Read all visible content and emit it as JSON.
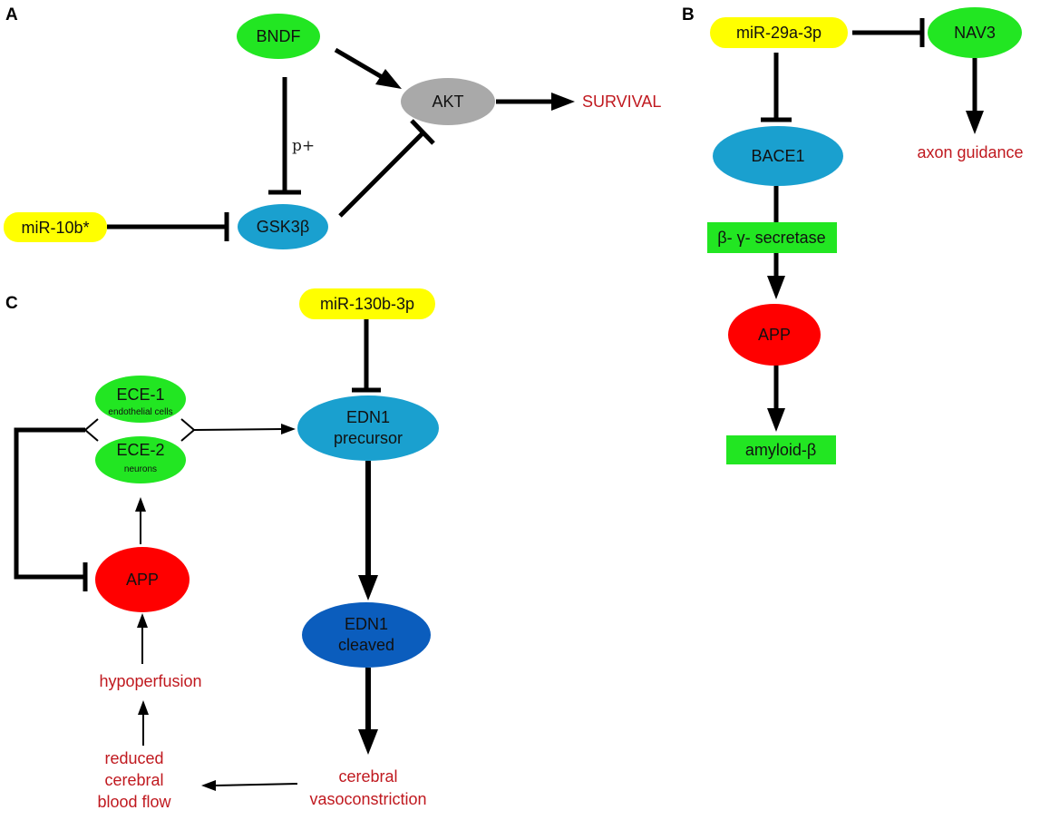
{
  "colors": {
    "mirna": "#ffff00",
    "green_node": "#22e622",
    "teal_node": "#1aa0cf",
    "dark_blue_node": "#0b5dbd",
    "gray_node": "#a9a9a9",
    "red_node": "#ff0000",
    "outcome_text": "#c0191f",
    "edge": "#000000"
  },
  "panelA": {
    "label": "A",
    "bndf": "BNDF",
    "akt": "AKT",
    "survival": "SURVIVAL",
    "p_plus": "p+",
    "mir10b": "miR-10b*",
    "gsk3b": "GSK3β"
  },
  "panelB": {
    "label": "B",
    "mir29a": "miR-29a-3p",
    "nav3": "NAV3",
    "axon_guidance": "axon guidance",
    "bace1": "BACE1",
    "secretase": "β- γ- secretase",
    "app": "APP",
    "amyloid": "amyloid-β"
  },
  "panelC": {
    "label": "C",
    "mir130b": "miR-130b-3p",
    "ece1": "ECE-1",
    "ece1_sub": "endothelial cells",
    "ece2": "ECE-2",
    "ece2_sub": "neurons",
    "edn1_precursor_line1": "EDN1",
    "edn1_precursor_line2": "precursor",
    "edn1_cleaved_line1": "EDN1",
    "edn1_cleaved_line2": "cleaved",
    "app": "APP",
    "hypoperfusion": "hypoperfusion",
    "reduced_line1": "reduced",
    "reduced_line2": "cerebral",
    "reduced_line3": "blood flow",
    "vaso_line1": "cerebral",
    "vaso_line2": "vasoconstriction"
  }
}
